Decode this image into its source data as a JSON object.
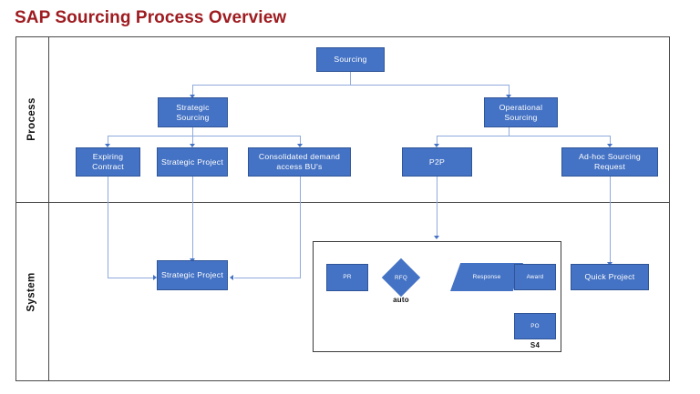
{
  "title": "SAP Sourcing Process Overview",
  "title_color": "#9E1B20",
  "accent_color": "#4472C4",
  "connector_color": "#8FAADC",
  "lanes": [
    {
      "id": "process",
      "label": "Process"
    },
    {
      "id": "system",
      "label": "System"
    }
  ],
  "process_lane": {
    "root": {
      "label": "Sourcing"
    },
    "branches": [
      {
        "label": "Strategic Sourcing"
      },
      {
        "label": "Operational Sourcing"
      }
    ],
    "strategic_children": [
      {
        "label": "Expiring Contract"
      },
      {
        "label": "Strategic Project"
      },
      {
        "label": "Consolidated demand access BU's"
      }
    ],
    "operational_children": [
      {
        "label": "P2P"
      },
      {
        "label": "Ad-hoc Sourcing Request"
      }
    ]
  },
  "system_lane": {
    "strategic_project": {
      "label": "Strategic Project"
    },
    "quick_project": {
      "label": "Quick Project"
    },
    "p2p_group": {
      "steps": [
        {
          "label": "PR",
          "shape": "rectangle"
        },
        {
          "label": "RFQ",
          "shape": "diamond",
          "note": "auto"
        },
        {
          "label": "Response",
          "shape": "parallelogram"
        },
        {
          "label": "Award",
          "shape": "rectangle"
        },
        {
          "label": "PO",
          "shape": "rectangle",
          "note": "S4"
        }
      ]
    }
  }
}
